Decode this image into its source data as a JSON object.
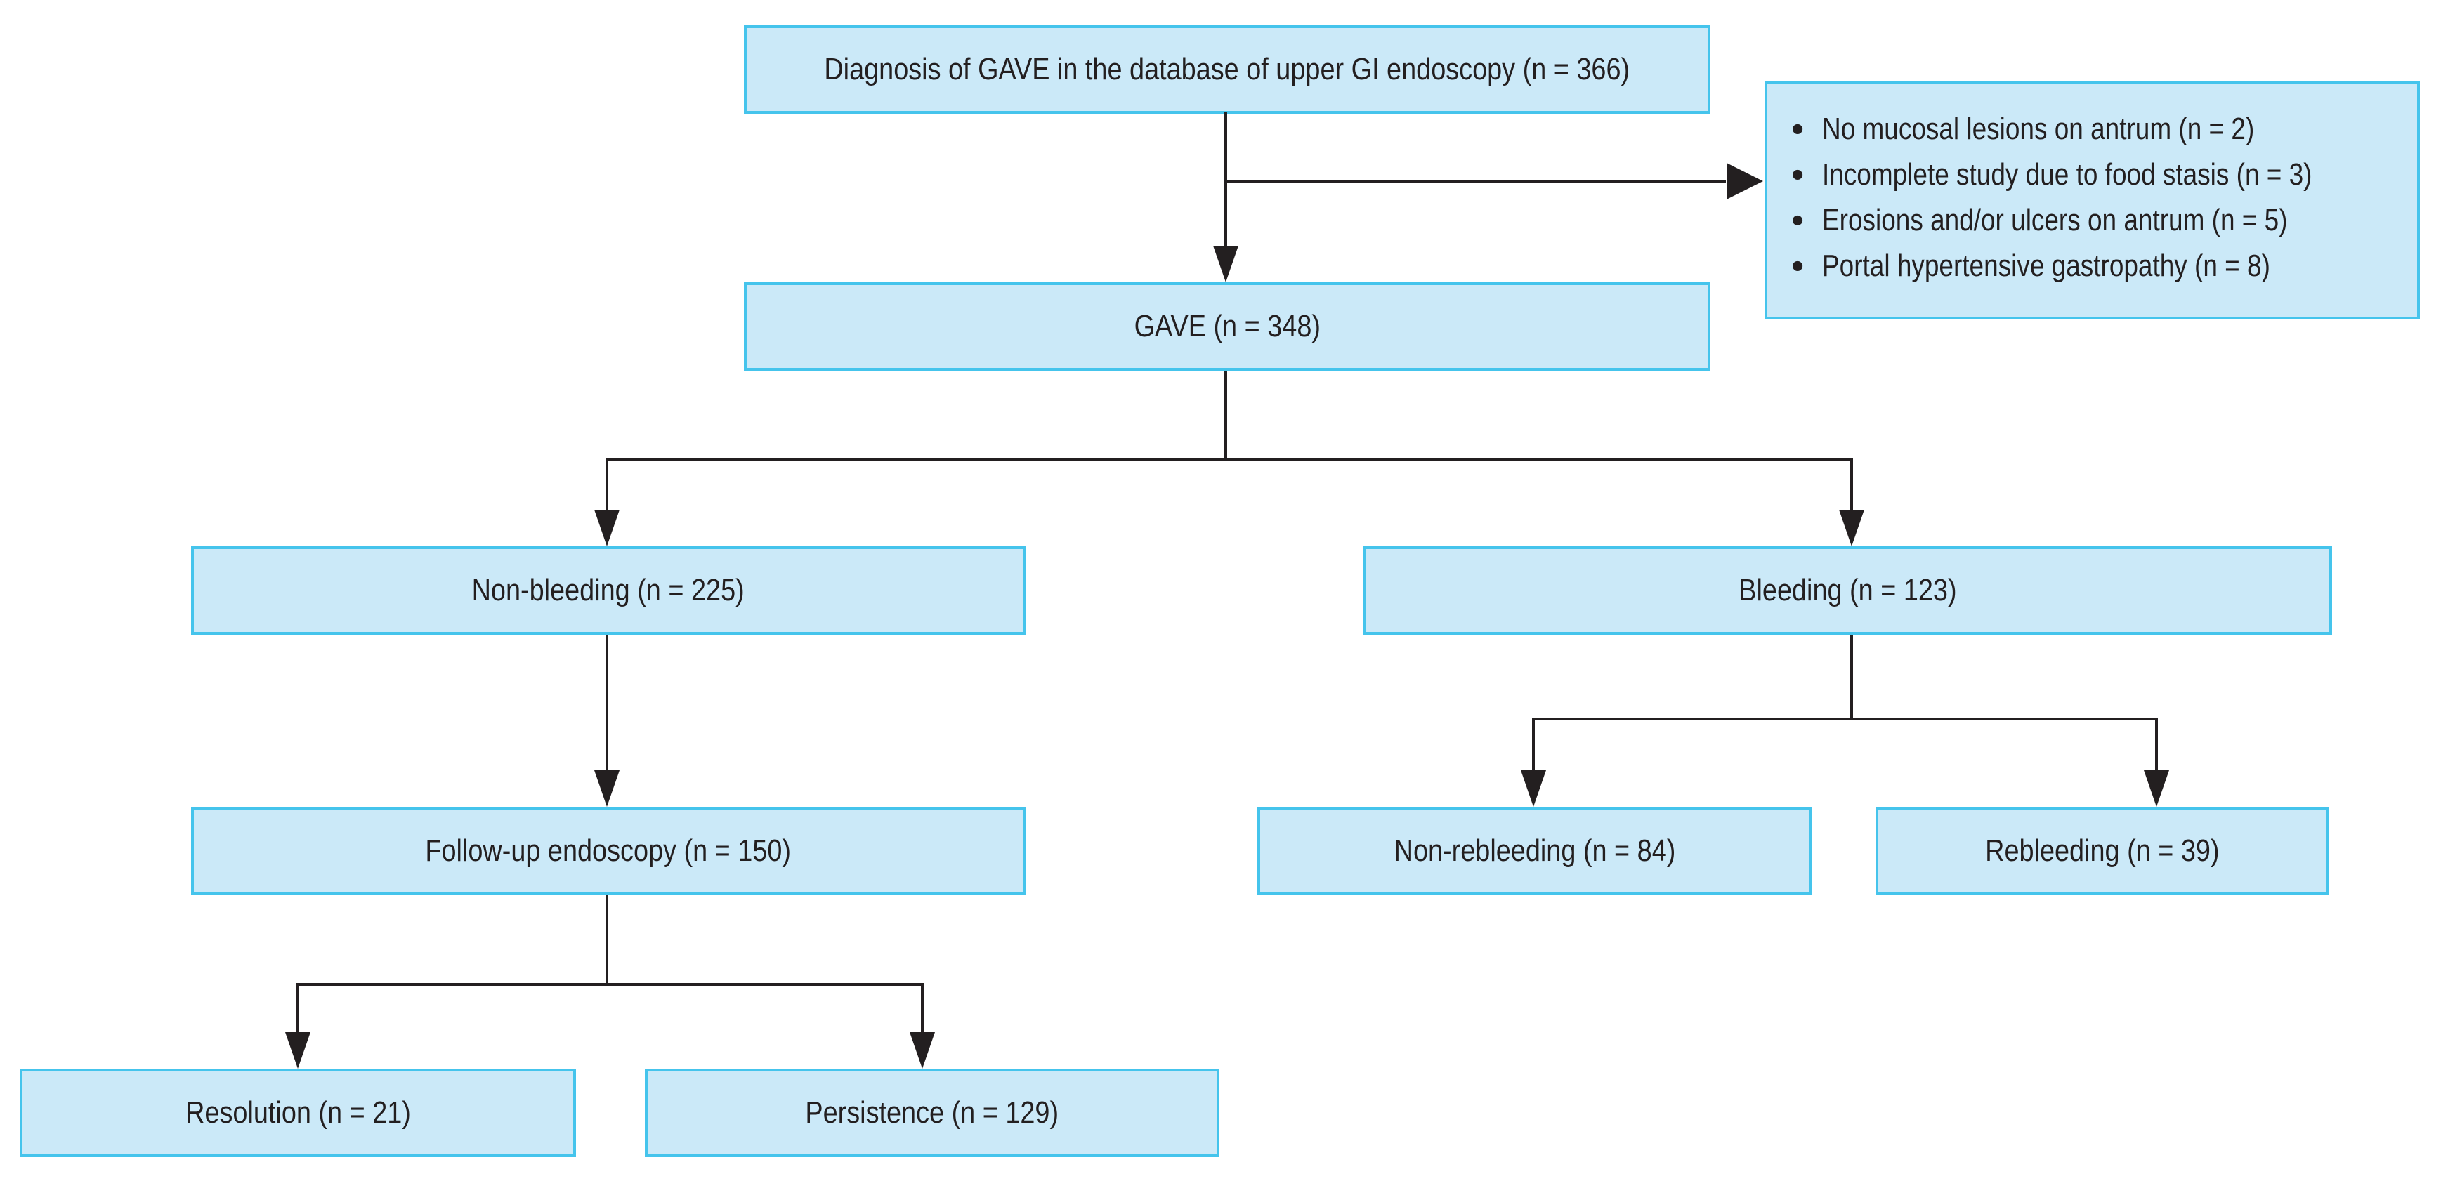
{
  "diagram": {
    "nodes": {
      "diagnosis": {
        "label": "Diagnosis of GAVE in the database of upper GI endoscopy (n = 366)"
      },
      "gave": {
        "label": "GAVE (n = 348)"
      },
      "non_bleeding": {
        "label": "Non-bleeding (n = 225)"
      },
      "bleeding": {
        "label": "Bleeding (n = 123)"
      },
      "followup": {
        "label": "Follow-up endoscopy (n = 150)"
      },
      "non_rebleeding": {
        "label": "Non-rebleeding (n = 84)"
      },
      "rebleeding": {
        "label": "Rebleeding (n = 39)"
      },
      "resolution": {
        "label": "Resolution (n = 21)"
      },
      "persistence": {
        "label": "Persistence (n = 129)"
      }
    },
    "exclusions": {
      "items": [
        "No mucosal lesions on antrum (n = 2)",
        "Incomplete study due to food stasis (n = 3)",
        "Erosions and/or ulcers on antrum (n = 5)",
        "Portal hypertensive gastropathy (n = 8)"
      ]
    },
    "colors": {
      "box_fill": "#cbe9f8",
      "box_border": "#45c4ec",
      "connector": "#231f20",
      "text": "#231f20",
      "background": "#ffffff"
    }
  }
}
